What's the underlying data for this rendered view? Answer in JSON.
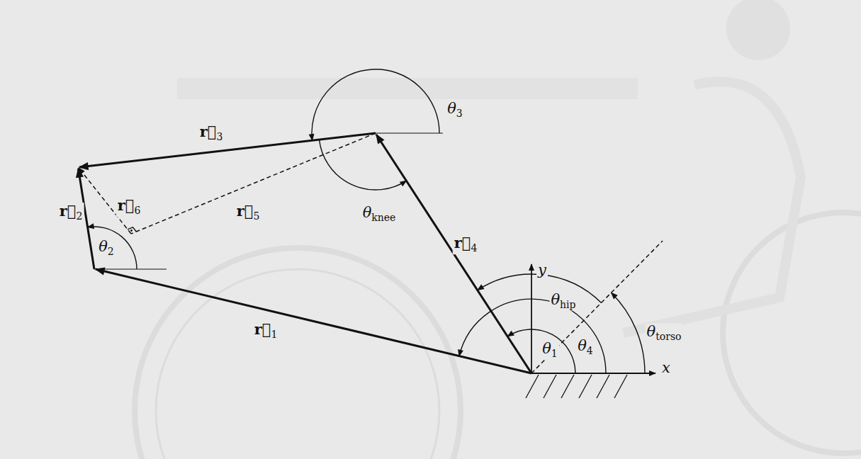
{
  "diagram": {
    "labels": [
      "r⃗3",
      "θ3",
      "r⃗6",
      "r⃗2",
      "θ2",
      "r⃗5",
      "θknee",
      "r⃗4",
      "y",
      "θhip",
      "r⃗1",
      "θ1",
      "θ4",
      "θtorso",
      "x"
    ]
  }
}
